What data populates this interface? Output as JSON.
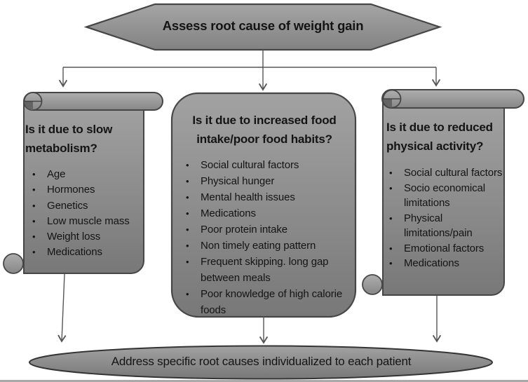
{
  "colors": {
    "shape-top": "#a2a2a2",
    "shape-bottom": "#787878",
    "roll-top": "#aeaeae",
    "roll-bottom": "#878787",
    "hex-top": "#a5a5a5",
    "hex-bottom": "#828282",
    "shape-border": "#464646",
    "ellipse-border": "#343434",
    "curl-inner": "#646464",
    "arrow": "#555555",
    "text": "#141414"
  },
  "diagram": {
    "bullet_glyph": "•",
    "root": {
      "label": "Assess root cause of weight gain"
    },
    "panels": [
      {
        "title": "Is it due to slow metabolism?",
        "bullets": [
          "Age",
          "Hormones",
          "Genetics",
          "Low muscle mass",
          "Weight loss",
          "Medications"
        ]
      },
      {
        "title": "Is it due to increased food intake/poor food habits?",
        "bullets": [
          "Social cultural factors",
          "Physical hunger",
          "Mental health issues",
          "Medications",
          "Poor protein intake",
          "Non timely eating pattern",
          "Frequent skipping. long gap between meals",
          "Poor knowledge of high calorie foods"
        ]
      },
      {
        "title": "Is it due to reduced physical activity?",
        "bullets": [
          "Social cultural factors",
          "Socio economical limitations",
          "Physical limitations/pain",
          "Emotional factors",
          "Medications"
        ]
      }
    ],
    "footer": {
      "label": "Address specific root causes individualized to each patient"
    }
  }
}
